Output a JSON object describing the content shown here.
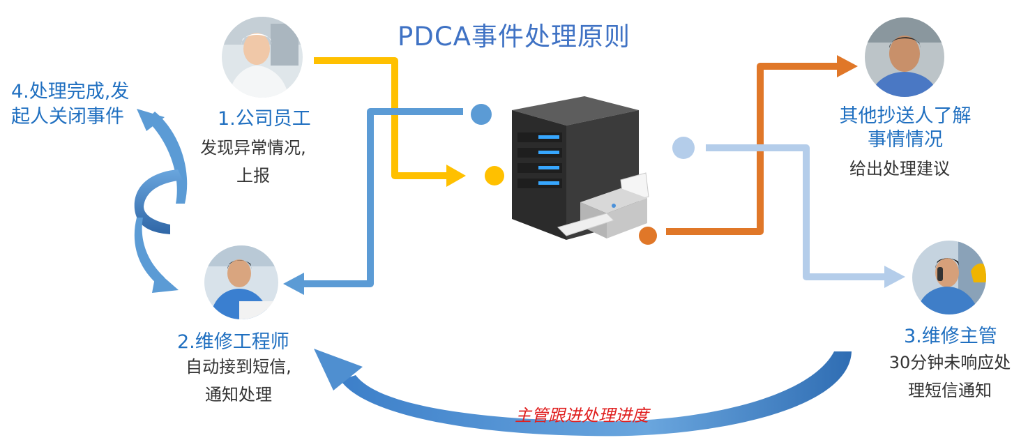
{
  "title": "PDCA事件处理原则",
  "nodes": {
    "employee": {
      "title": "1.公司员工",
      "desc_line1": "发现异常情况,",
      "desc_line2": "上报"
    },
    "engineer": {
      "title": "2.维修工程师",
      "desc_line1": "自动接到短信,",
      "desc_line2": "通知处理"
    },
    "supervisor": {
      "title": "3.维修主管",
      "desc_line1": "30分钟未响应处",
      "desc_line2": "理短信通知"
    },
    "cc": {
      "title_line1": "其他抄送人了解",
      "title_line2": "事情情况",
      "desc": "给出处理建议"
    },
    "closure": {
      "line1": "4.处理完成,发",
      "line2": "起人关闭事件"
    }
  },
  "followup_label": "主管跟进处理进度",
  "colors": {
    "title": "#3f72c4",
    "label_blue": "#1f6fc0",
    "yellow": "#ffc000",
    "blue": "#5b9bd5",
    "orange": "#e07728",
    "light_blue": "#b4cdea",
    "red_text": "#e02020"
  },
  "icons": [
    "server-icon",
    "printer-icon"
  ]
}
